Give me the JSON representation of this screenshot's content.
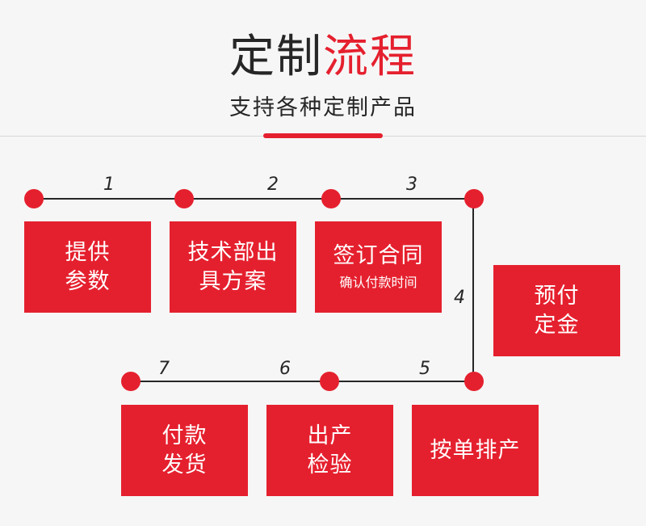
{
  "header": {
    "title_dark": "定制",
    "title_accent": "流程",
    "subtitle": "支持各种定制产品"
  },
  "colors": {
    "accent": "#e5202e",
    "text": "#262626",
    "background": "#f6f6f6"
  },
  "steps": [
    {
      "num": "1",
      "line1": "提供",
      "line2": "参数"
    },
    {
      "num": "2",
      "line1": "技术部出",
      "line2": "具方案"
    },
    {
      "num": "3",
      "line1": "签订合同",
      "small": "确认付款时间"
    },
    {
      "num": "4",
      "line1": "预付",
      "line2": "定金"
    },
    {
      "num": "5",
      "line1": "按单排产"
    },
    {
      "num": "6",
      "line1": "出产",
      "line2": "检验"
    },
    {
      "num": "7",
      "line1": "付款",
      "line2": "发货"
    }
  ]
}
